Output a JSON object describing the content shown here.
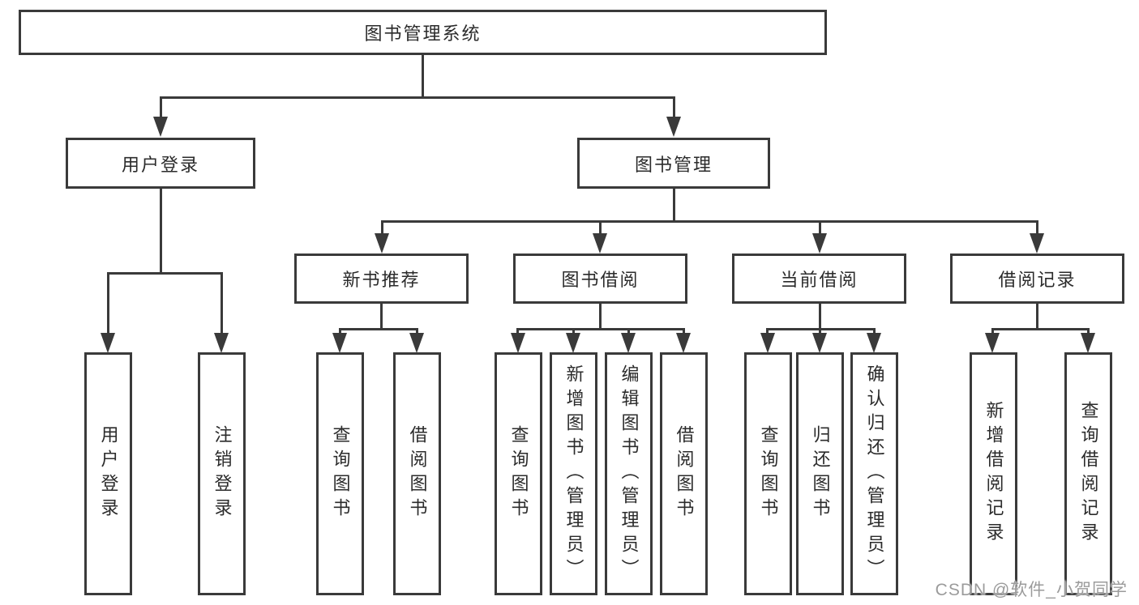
{
  "tree": {
    "label": "图书管理系统",
    "children": [
      {
        "label": "用户登录",
        "children": [
          {
            "label": "用户登录"
          },
          {
            "label": "注销登录"
          }
        ]
      },
      {
        "label": "图书管理",
        "children": [
          {
            "label": "新书推荐",
            "children": [
              {
                "label": "查询图书"
              },
              {
                "label": "借阅图书"
              }
            ]
          },
          {
            "label": "图书借阅",
            "children": [
              {
                "label": "查询图书"
              },
              {
                "label": "新增图书（管理员）"
              },
              {
                "label": "编辑图书（管理员）"
              },
              {
                "label": "借阅图书"
              }
            ]
          },
          {
            "label": "当前借阅",
            "children": [
              {
                "label": "查询图书"
              },
              {
                "label": "归还图书"
              },
              {
                "label": "确认归还（管理员）"
              }
            ]
          },
          {
            "label": "借阅记录",
            "children": [
              {
                "label": "新增借阅记录"
              },
              {
                "label": "查询借阅记录"
              }
            ]
          }
        ]
      }
    ]
  },
  "watermark": {
    "text": "CSDN @软件_小贺同学"
  },
  "colors": {
    "line": "#3a3a3a",
    "box_border": "#3a3a3a",
    "text": "#2b2b2b",
    "watermark": "#9b9b9b",
    "background": "#ffffff"
  }
}
